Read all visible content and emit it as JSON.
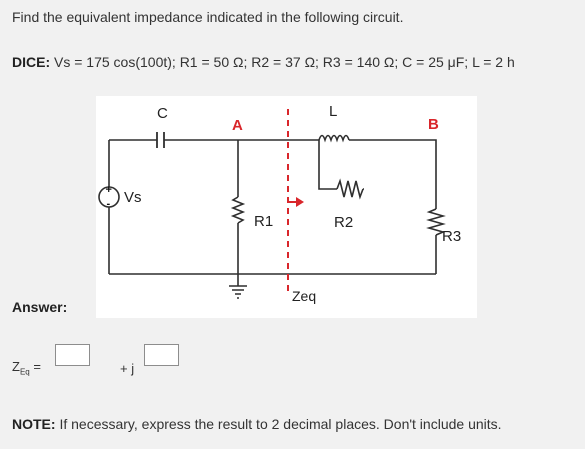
{
  "problem": {
    "question": "Find the equivalent impedance indicated in the following circuit.",
    "dice_label": "DICE:",
    "dice_values": "Vs = 175 cos(100t); R1 = 50 Ω; R2 = 37 Ω; R3 = 140 Ω; C = 25 μF; L = 2 h"
  },
  "circuit": {
    "capacitor_label": "C",
    "node_a": "A",
    "inductor_label": "L",
    "node_b": "B",
    "source_label": "Vs",
    "r1_label": "R1",
    "r2_label": "R2",
    "r3_label": "R3",
    "zeq_label": "Zeq",
    "source_plus": "+",
    "source_minus": "-"
  },
  "answer": {
    "label": "Answer:",
    "zeq_prefix": "Z",
    "zeq_sub": "Eq",
    "zeq_equals": " =",
    "real_value": "",
    "imag_prefix": "+ j",
    "imag_value": ""
  },
  "note": {
    "label": "NOTE:",
    "text": "If necessary, express the result to 2 decimal places. Don't include units."
  },
  "colors": {
    "node_label_red": "#d9262b",
    "dashed_line_red": "#d9262b",
    "wire": "#2f2f2f"
  }
}
